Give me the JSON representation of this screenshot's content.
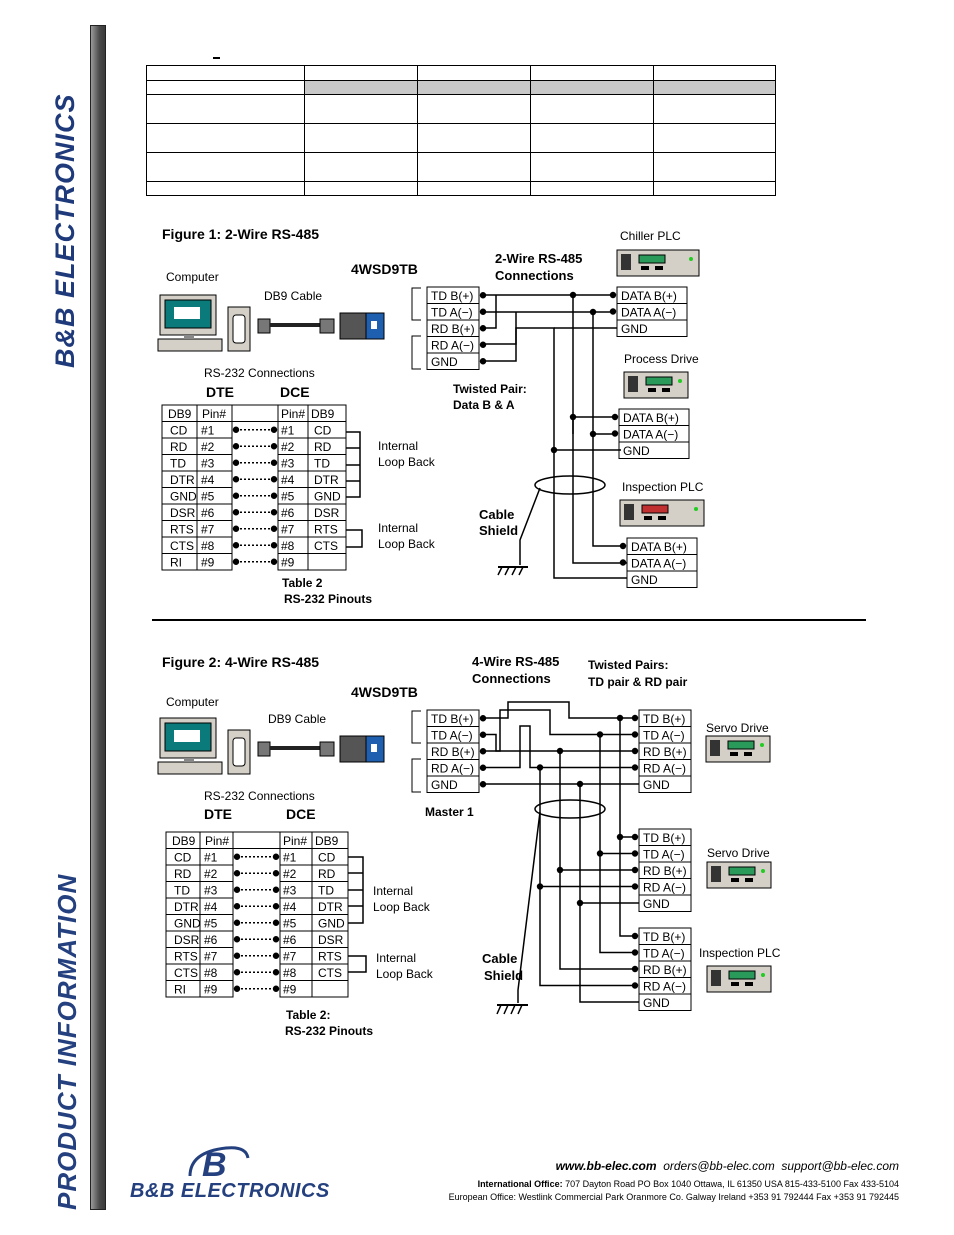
{
  "sidebar": {
    "brand": "B&B ELECTRONICS",
    "section": "PRODUCT INFORMATION"
  },
  "spec_table": {
    "rows": 6,
    "cols": 5
  },
  "figure1": {
    "title": "Figure 1:  2-Wire RS-485",
    "computer_label": "Computer",
    "cable_label": "DB9 Cable",
    "device_label": "4WSD9TB",
    "conn_title_1": "2-Wire RS-485",
    "conn_title_2": "Connections",
    "rs232_label": "RS-232 Connections",
    "dte": "DTE",
    "dce": "DCE",
    "twisted_1": "Twisted Pair:",
    "twisted_2": "Data B & A",
    "cable_1": "Cable",
    "cable_2": "Shield",
    "table_1": "Table 2",
    "table_2": "RS-232 Pinouts",
    "loop_a_1": "Internal",
    "loop_a_2": "Loop Back",
    "loop_b_1": "Internal",
    "loop_b_2": "Loop Back",
    "device_terms": [
      "TD B(+)",
      "TD A(−)",
      "RD B(+)",
      "RD A(−)",
      "GND"
    ],
    "nodes": [
      {
        "name": "Chiller PLC",
        "terms": [
          "DATA B(+)",
          "DATA A(−)",
          "GND"
        ]
      },
      {
        "name": "Process Drive",
        "terms": [
          "DATA B(+)",
          "DATA A(−)",
          "GND"
        ]
      },
      {
        "name": "Inspection PLC",
        "terms": [
          "DATA B(+)",
          "DATA A(−)",
          "GND"
        ]
      }
    ]
  },
  "figure2": {
    "title": "Figure 2:  4-Wire RS-485",
    "computer_label": "Computer",
    "cable_label": "DB9 Cable",
    "device_label": "4WSD9TB",
    "conn_title_1": "4-Wire RS-485",
    "conn_title_2": "Connections",
    "twisted_1": "Twisted Pairs:",
    "twisted_2": "TD pair & RD pair",
    "rs232_label": "RS-232 Connections",
    "dte": "DTE",
    "dce": "DCE",
    "master": "Master 1",
    "cable_1": "Cable",
    "cable_2": "Shield",
    "table_1": "Table 2:",
    "table_2": "RS-232 Pinouts",
    "loop_a_1": "Internal",
    "loop_a_2": "Loop Back",
    "loop_b_1": "Internal",
    "loop_b_2": "Loop Back",
    "device_terms": [
      "TD B(+)",
      "TD A(−)",
      "RD B(+)",
      "RD A(−)",
      "GND"
    ],
    "nodes": [
      {
        "name": "Servo Drive",
        "terms": [
          "TD B(+)",
          "TD A(−)",
          "RD B(+)",
          "RD A(−)",
          "GND"
        ]
      },
      {
        "name": "Servo Drive",
        "terms": [
          "TD B(+)",
          "TD A(−)",
          "RD B(+)",
          "RD A(−)",
          "GND"
        ]
      },
      {
        "name": "Inspection PLC",
        "terms": [
          "TD B(+)",
          "TD A(−)",
          "RD B(+)",
          "RD A(−)",
          "GND"
        ]
      }
    ]
  },
  "pinout": {
    "header_left": [
      "DB9",
      "Pin#"
    ],
    "header_right": [
      "Pin#",
      "DB9"
    ],
    "rows": [
      [
        "CD",
        "#1",
        "#1",
        "CD"
      ],
      [
        "RD",
        "#2",
        "#2",
        "RD"
      ],
      [
        "TD",
        "#3",
        "#3",
        "TD"
      ],
      [
        "DTR",
        "#4",
        "#4",
        "DTR"
      ],
      [
        "GND",
        "#5",
        "#5",
        "GND"
      ],
      [
        "DSR",
        "#6",
        "#6",
        "DSR"
      ],
      [
        "RTS",
        "#7",
        "#7",
        "RTS"
      ],
      [
        "CTS",
        "#8",
        "#8",
        "CTS"
      ],
      [
        "RI",
        "#9",
        "#9",
        ""
      ]
    ]
  },
  "footer": {
    "web": "www.bb-elec.com",
    "orders": "orders@bb-elec.com",
    "support": "support@bb-elec.com",
    "intl_label": "International Office:",
    "intl": "707 Dayton Road PO Box 1040 Ottawa, IL 61350 USA  815-433-5100 Fax 433-5104",
    "europe": "European Office:  Westlink Commercial Park  Oranmore Co. Galway Ireland  +353 91 792444 Fax +353 91 792445",
    "logo_name": "B&B ELECTRONICS",
    "logo_mark": "B"
  },
  "colors": {
    "brand_blue": "#24407e",
    "gray_row": "#c8c8c8"
  }
}
